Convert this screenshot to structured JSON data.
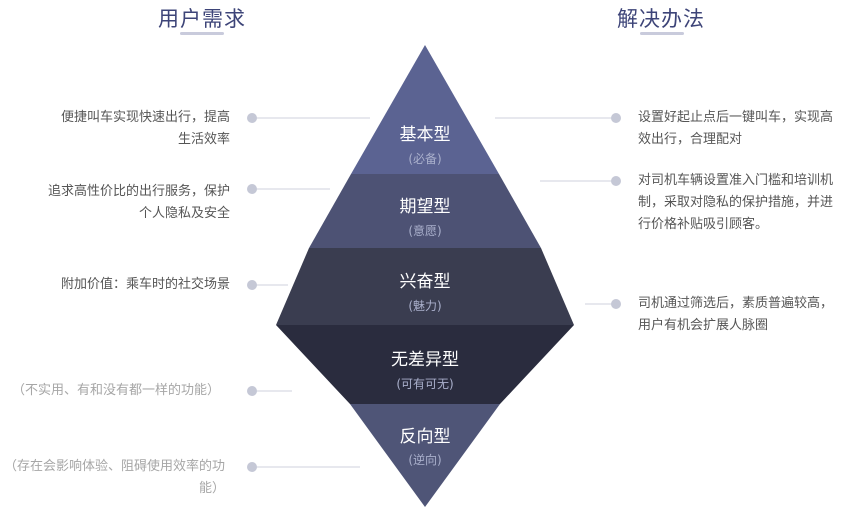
{
  "headers": {
    "left": "用户需求",
    "right": "解决办法"
  },
  "levels": [
    {
      "title": "基本型",
      "sub": "(必备)"
    },
    {
      "title": "期望型",
      "sub": "(意愿)"
    },
    {
      "title": "兴奋型",
      "sub": "(魅力)"
    },
    {
      "title": "无差异型",
      "sub": "(可有可无)"
    },
    {
      "title": "反向型",
      "sub": "(逆向)"
    }
  ],
  "needs": [
    {
      "line1": "便捷叫车实现快速出行，提高",
      "line2": "生活效率"
    },
    {
      "line1": "追求高性价比的出行服务，保护",
      "line2": "个人隐私及安全"
    },
    {
      "line1": "附加价值：乘车时的社交场景"
    },
    {
      "line1": "（不实用、有和没有都一样的功能）"
    },
    {
      "line1": "（存在会影响体验、阻碍使用效率的功",
      "line2": "能）"
    }
  ],
  "solutions": [
    {
      "line1": "设置好起止点后一键叫车，实现高",
      "line2": "效出行，合理配对"
    },
    {
      "line1": "对司机车辆设置准入门槛和培训机",
      "line2": "制，采取对隐私的保护措施，并进",
      "line3": "行价格补贴吸引顾客。"
    },
    {
      "line1": "司机通过筛选后，素质普遍较高，",
      "line2": "用户有机会扩展人脉圈"
    }
  ],
  "colors": {
    "header": "#3d4478",
    "level1": "#5b6392",
    "level2": "#4d5274",
    "level3": "#3a3d50",
    "level4": "#2a2c3e",
    "level5": "#4f5577",
    "dot": "#c5c8d6",
    "line": "#cfd1dc"
  }
}
